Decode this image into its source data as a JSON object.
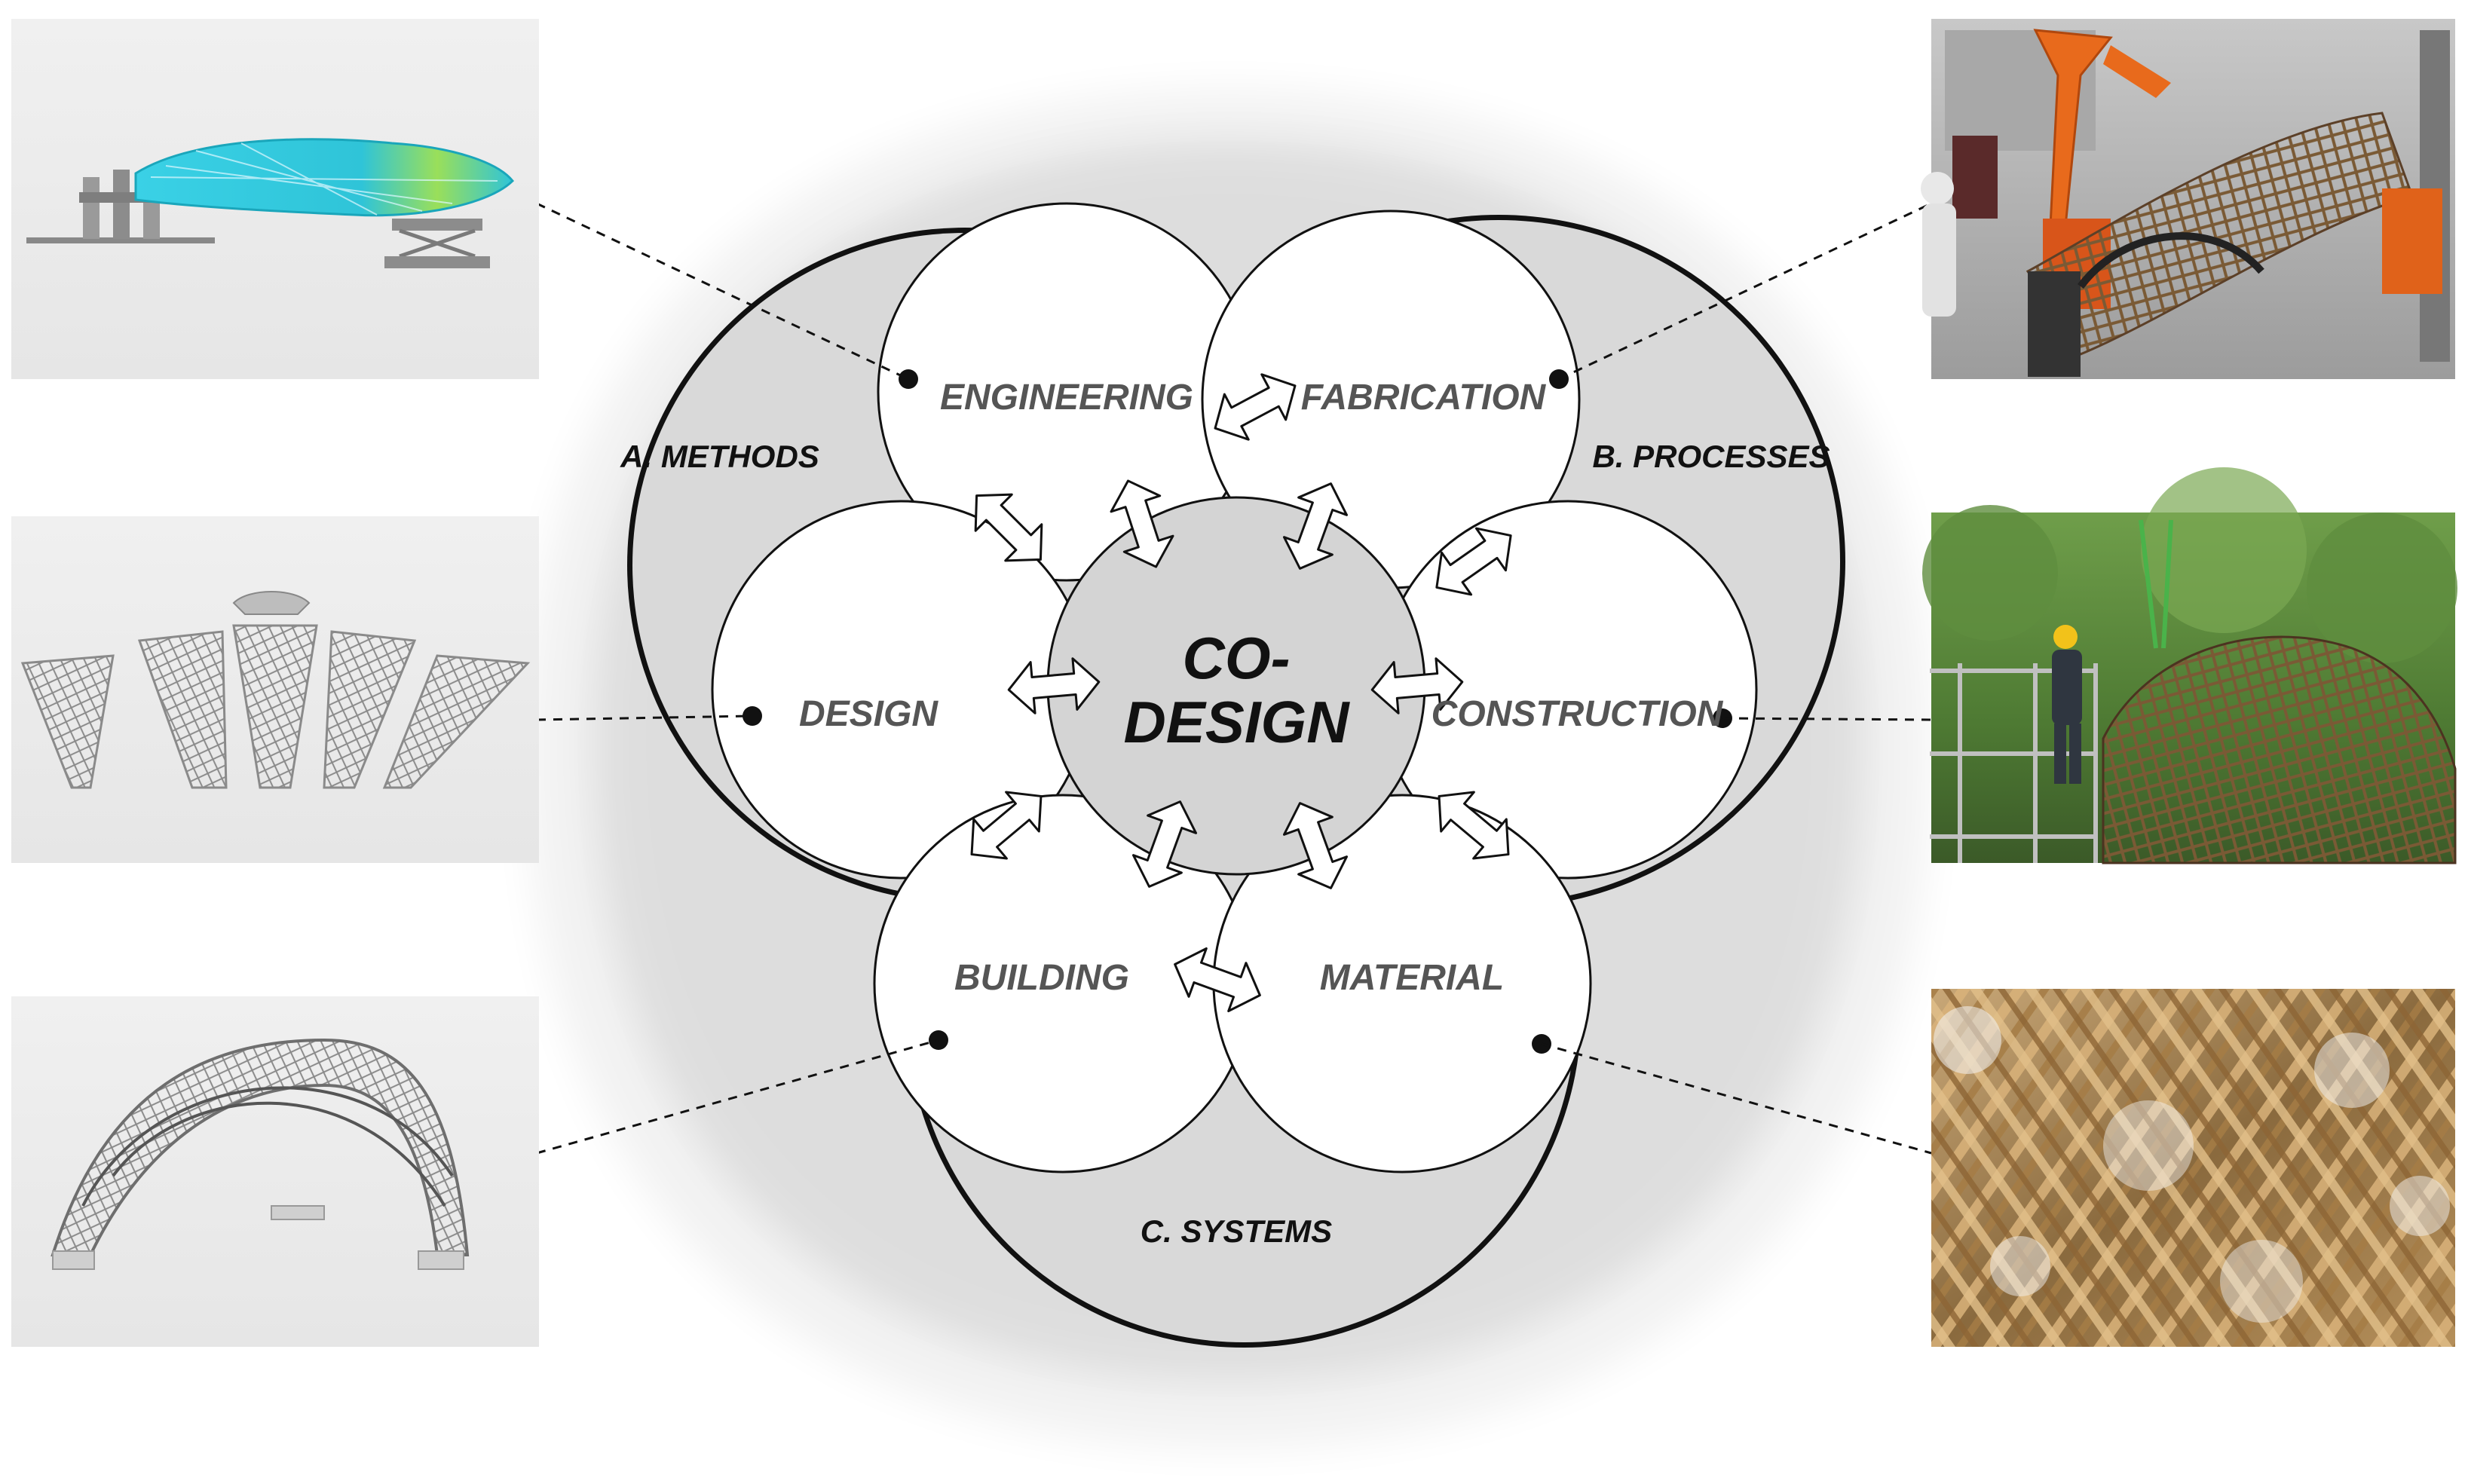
{
  "sections": {
    "methods": "A. METHODS",
    "processes": "B. PROCESSES",
    "systems": "C. SYSTEMS"
  },
  "nodes": {
    "engineering": "ENGINEERING",
    "fabrication": "FABRICATION",
    "design": "DESIGN",
    "construction": "CONSTRUCTION",
    "building": "BUILDING",
    "material": "MATERIAL"
  },
  "center": {
    "line1": "CO-",
    "line2": "DESIGN"
  },
  "colors": {
    "background": "#ffffff",
    "section_fill": "#d9d9d9",
    "node_fill": "#ffffff",
    "core_fill": "#d4d4d4",
    "outline": "#111111",
    "node_text": "#555555",
    "section_text": "#111111"
  },
  "thumbnails": [
    {
      "name": "engineering-analysis-render",
      "side": "left"
    },
    {
      "name": "design-column-variants-render",
      "side": "left"
    },
    {
      "name": "building-shell-render",
      "side": "left"
    },
    {
      "name": "robotic-fabrication-photo",
      "side": "right"
    },
    {
      "name": "construction-site-photo",
      "side": "right"
    },
    {
      "name": "flax-fiber-material-photo",
      "side": "right"
    }
  ]
}
